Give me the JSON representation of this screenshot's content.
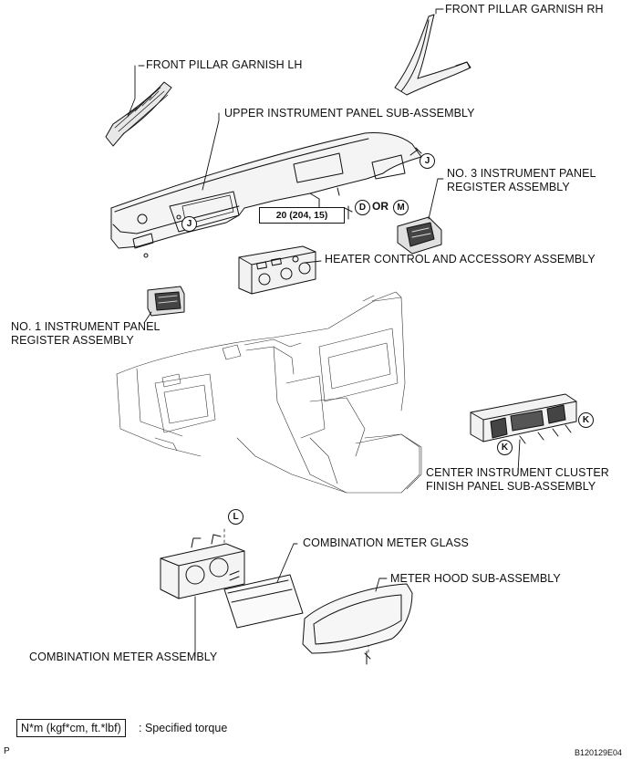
{
  "labels": {
    "front_pillar_rh": "FRONT PILLAR GARNISH RH",
    "front_pillar_lh": "FRONT PILLAR GARNISH LH",
    "upper_panel": "UPPER INSTRUMENT PANEL SUB-ASSEMBLY",
    "no3_register_line1": "NO. 3 INSTRUMENT PANEL",
    "no3_register_line2": "REGISTER ASSEMBLY",
    "heater_control": "HEATER CONTROL AND ACCESSORY ASSEMBLY",
    "no1_register_line1": "NO. 1 INSTRUMENT PANEL",
    "no1_register_line2": "REGISTER ASSEMBLY",
    "center_cluster_line1": "CENTER INSTRUMENT CLUSTER",
    "center_cluster_line2": "FINISH PANEL SUB-ASSEMBLY",
    "meter_glass": "COMBINATION METER GLASS",
    "meter_hood": "METER HOOD SUB-ASSEMBLY",
    "meter_assembly": "COMBINATION METER ASSEMBLY"
  },
  "torque": {
    "value": "20 (204, 15)",
    "or": "OR"
  },
  "callouts": {
    "J": "J",
    "D": "D",
    "M": "M",
    "K": "K",
    "L": "L"
  },
  "legend": {
    "unit": "N*m (kgf*cm, ft.*lbf)",
    "description": ": Specified torque"
  },
  "footer": {
    "left": "P",
    "code": "B120129E04"
  }
}
